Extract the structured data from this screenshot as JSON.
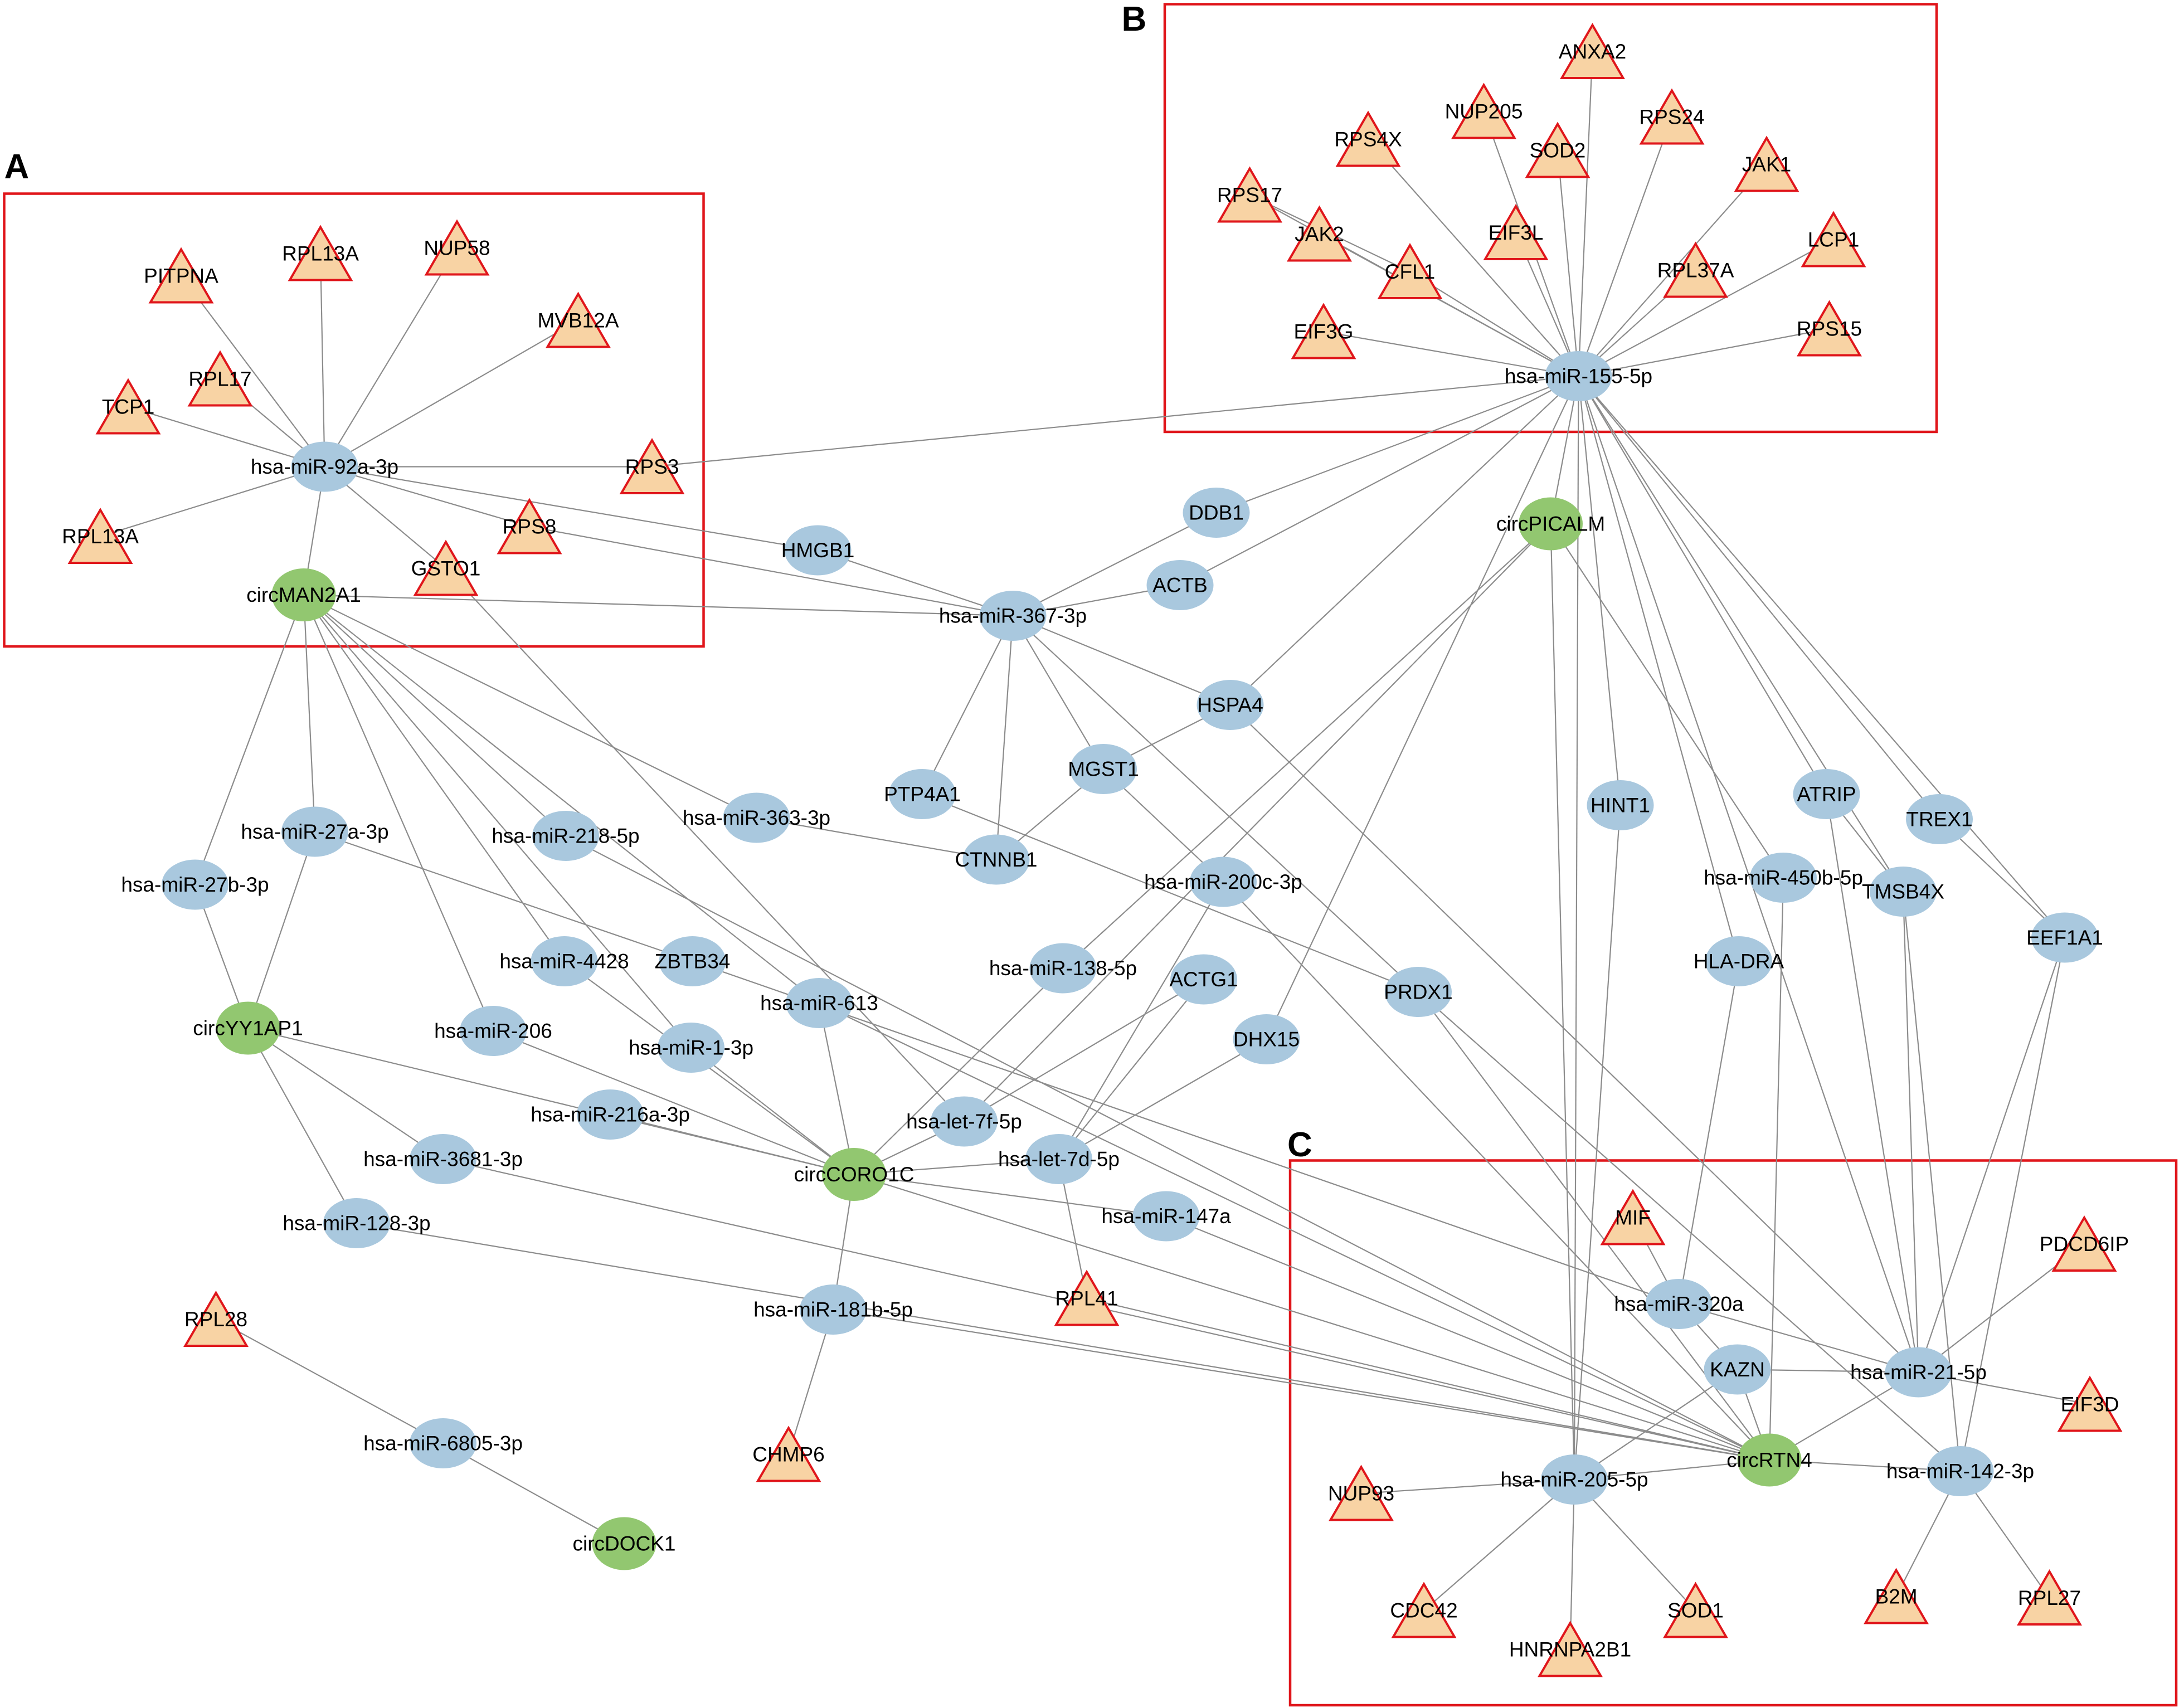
{
  "colors": {
    "edge": "#8c8c8c",
    "mirna_fill": "#a9c8de",
    "circrna_fill": "#92c770",
    "gene_fill": "#f8d3a4",
    "gene_stroke": "#e0161b",
    "panel_stroke": "#e0161b"
  },
  "node_shapes": {
    "mirna": "ellipse",
    "circrna": "ellipse",
    "gene": "triangle"
  },
  "panels": [
    {
      "id": "A",
      "label": "A"
    },
    {
      "id": "B",
      "label": "B"
    },
    {
      "id": "C",
      "label": "C"
    }
  ],
  "nodes": [
    {
      "id": "m92a",
      "type": "mirna",
      "label": "hsa-miR-92a-3p"
    },
    {
      "id": "PITPNA",
      "type": "gene",
      "label": "PITPNA"
    },
    {
      "id": "RPL13A_top",
      "type": "gene",
      "label": "RPL13A"
    },
    {
      "id": "NUP58",
      "type": "gene",
      "label": "NUP58"
    },
    {
      "id": "MVB12A",
      "type": "gene",
      "label": "MVB12A"
    },
    {
      "id": "RPL17",
      "type": "gene",
      "label": "RPL17"
    },
    {
      "id": "TCP1",
      "type": "gene",
      "label": "TCP1"
    },
    {
      "id": "RPS3",
      "type": "gene",
      "label": "RPS3"
    },
    {
      "id": "RPL13A_low",
      "type": "gene",
      "label": "RPL13A"
    },
    {
      "id": "RPS8",
      "type": "gene",
      "label": "RPS8"
    },
    {
      "id": "GSTO1",
      "type": "gene",
      "label": "GSTO1"
    },
    {
      "id": "circMAN2A1",
      "type": "circrna",
      "label": "circMAN2A1"
    },
    {
      "id": "m155",
      "type": "mirna",
      "label": "hsa-miR-155-5p"
    },
    {
      "id": "ANXA2",
      "type": "gene",
      "label": "ANXA2"
    },
    {
      "id": "NUP205",
      "type": "gene",
      "label": "NUP205"
    },
    {
      "id": "RPS24",
      "type": "gene",
      "label": "RPS24"
    },
    {
      "id": "RPS4X",
      "type": "gene",
      "label": "RPS4X"
    },
    {
      "id": "SOD2",
      "type": "gene",
      "label": "SOD2"
    },
    {
      "id": "JAK1",
      "type": "gene",
      "label": "JAK1"
    },
    {
      "id": "RPS17",
      "type": "gene",
      "label": "RPS17"
    },
    {
      "id": "JAK2",
      "type": "gene",
      "label": "JAK2"
    },
    {
      "id": "EIF3L",
      "type": "gene",
      "label": "EIF3L"
    },
    {
      "id": "CFL1",
      "type": "gene",
      "label": "CFL1"
    },
    {
      "id": "RPL37A",
      "type": "gene",
      "label": "RPL37A"
    },
    {
      "id": "LCP1",
      "type": "gene",
      "label": "LCP1"
    },
    {
      "id": "EIF3G",
      "type": "gene",
      "label": "EIF3G"
    },
    {
      "id": "RPS15",
      "type": "gene",
      "label": "RPS15"
    },
    {
      "id": "HMGB1",
      "type": "mirna",
      "label": "HMGB1"
    },
    {
      "id": "DDB1",
      "type": "mirna",
      "label": "DDB1"
    },
    {
      "id": "ACTB",
      "type": "mirna",
      "label": "ACTB"
    },
    {
      "id": "m367",
      "type": "mirna",
      "label": "hsa-miR-367-3p"
    },
    {
      "id": "circPICALM",
      "type": "circrna",
      "label": "circPICALM"
    },
    {
      "id": "HSPA4",
      "type": "mirna",
      "label": "HSPA4"
    },
    {
      "id": "PTP4A1",
      "type": "mirna",
      "label": "PTP4A1"
    },
    {
      "id": "MGST1",
      "type": "mirna",
      "label": "MGST1"
    },
    {
      "id": "CTNNB1",
      "type": "mirna",
      "label": "CTNNB1"
    },
    {
      "id": "m363",
      "type": "mirna",
      "label": "hsa-miR-363-3p"
    },
    {
      "id": "m200c",
      "type": "mirna",
      "label": "hsa-miR-200c-3p"
    },
    {
      "id": "HINT1",
      "type": "mirna",
      "label": "HINT1"
    },
    {
      "id": "ATRIP",
      "type": "mirna",
      "label": "ATRIP"
    },
    {
      "id": "TREX1",
      "type": "mirna",
      "label": "TREX1"
    },
    {
      "id": "m450b",
      "type": "mirna",
      "label": "hsa-miR-450b-5p"
    },
    {
      "id": "TMSB4X",
      "type": "mirna",
      "label": "TMSB4X"
    },
    {
      "id": "EEF1A1",
      "type": "mirna",
      "label": "EEF1A1"
    },
    {
      "id": "HLADRA",
      "type": "mirna",
      "label": "HLA-DRA"
    },
    {
      "id": "m27a",
      "type": "mirna",
      "label": "hsa-miR-27a-3p"
    },
    {
      "id": "m218",
      "type": "mirna",
      "label": "hsa-miR-218-5p"
    },
    {
      "id": "m27b",
      "type": "mirna",
      "label": "hsa-miR-27b-3p"
    },
    {
      "id": "circYY1AP1",
      "type": "circrna",
      "label": "circYY1AP1"
    },
    {
      "id": "m4428",
      "type": "mirna",
      "label": "hsa-miR-4428"
    },
    {
      "id": "ZBTB34",
      "type": "mirna",
      "label": "ZBTB34"
    },
    {
      "id": "m613",
      "type": "mirna",
      "label": "hsa-miR-613"
    },
    {
      "id": "m206",
      "type": "mirna",
      "label": "hsa-miR-206"
    },
    {
      "id": "m1",
      "type": "mirna",
      "label": "hsa-miR-1-3p"
    },
    {
      "id": "m138",
      "type": "mirna",
      "label": "hsa-miR-138-5p"
    },
    {
      "id": "ACTG1",
      "type": "mirna",
      "label": "ACTG1"
    },
    {
      "id": "PRDX1",
      "type": "mirna",
      "label": "PRDX1"
    },
    {
      "id": "DHX15",
      "type": "mirna",
      "label": "DHX15"
    },
    {
      "id": "m216a",
      "type": "mirna",
      "label": "hsa-miR-216a-3p"
    },
    {
      "id": "let7f",
      "type": "mirna",
      "label": "hsa-let-7f-5p"
    },
    {
      "id": "let7d",
      "type": "mirna",
      "label": "hsa-let-7d-5p"
    },
    {
      "id": "m3681",
      "type": "mirna",
      "label": "hsa-miR-3681-3p"
    },
    {
      "id": "circCORO1C",
      "type": "circrna",
      "label": "circCORO1C"
    },
    {
      "id": "m128",
      "type": "mirna",
      "label": "hsa-miR-128-3p"
    },
    {
      "id": "m147a",
      "type": "mirna",
      "label": "hsa-miR-147a"
    },
    {
      "id": "m181b",
      "type": "mirna",
      "label": "hsa-miR-181b-5p"
    },
    {
      "id": "RPL41",
      "type": "gene",
      "label": "RPL41"
    },
    {
      "id": "RPL28",
      "type": "gene",
      "label": "RPL28"
    },
    {
      "id": "CHMP6",
      "type": "gene",
      "label": "CHMP6"
    },
    {
      "id": "m6805",
      "type": "mirna",
      "label": "hsa-miR-6805-3p"
    },
    {
      "id": "circDOCK1",
      "type": "circrna",
      "label": "circDOCK1"
    },
    {
      "id": "MIF",
      "type": "gene",
      "label": "MIF"
    },
    {
      "id": "PDCD6IP",
      "type": "gene",
      "label": "PDCD6IP"
    },
    {
      "id": "m320a",
      "type": "mirna",
      "label": "hsa-miR-320a"
    },
    {
      "id": "KAZN",
      "type": "mirna",
      "label": "KAZN"
    },
    {
      "id": "m21",
      "type": "mirna",
      "label": "hsa-miR-21-5p"
    },
    {
      "id": "EIF3D",
      "type": "gene",
      "label": "EIF3D"
    },
    {
      "id": "circRTN4",
      "type": "circrna",
      "label": "circRTN4"
    },
    {
      "id": "m142",
      "type": "mirna",
      "label": "hsa-miR-142-3p"
    },
    {
      "id": "m205",
      "type": "mirna",
      "label": "hsa-miR-205-5p"
    },
    {
      "id": "NUP93",
      "type": "gene",
      "label": "NUP93"
    },
    {
      "id": "CDC42",
      "type": "gene",
      "label": "CDC42"
    },
    {
      "id": "HNRNPA2B1",
      "type": "gene",
      "label": "HNRNPA2B1"
    },
    {
      "id": "SOD1",
      "type": "gene",
      "label": "SOD1"
    },
    {
      "id": "B2M",
      "type": "gene",
      "label": "B2M"
    },
    {
      "id": "RPL27",
      "type": "gene",
      "label": "RPL27"
    }
  ],
  "edges": [
    [
      "m92a",
      "PITPNA"
    ],
    [
      "m92a",
      "RPL13A_top"
    ],
    [
      "m92a",
      "NUP58"
    ],
    [
      "m92a",
      "MVB12A"
    ],
    [
      "m92a",
      "RPL17"
    ],
    [
      "m92a",
      "TCP1"
    ],
    [
      "m92a",
      "RPS3"
    ],
    [
      "m92a",
      "RPL13A_low"
    ],
    [
      "m92a",
      "RPS8"
    ],
    [
      "m92a",
      "GSTO1"
    ],
    [
      "m92a",
      "circMAN2A1"
    ],
    [
      "m92a",
      "HMGB1"
    ],
    [
      "m155",
      "ANXA2"
    ],
    [
      "m155",
      "NUP205"
    ],
    [
      "m155",
      "RPS24"
    ],
    [
      "m155",
      "RPS4X"
    ],
    [
      "m155",
      "SOD2"
    ],
    [
      "m155",
      "JAK1"
    ],
    [
      "m155",
      "RPS17"
    ],
    [
      "m155",
      "JAK2"
    ],
    [
      "m155",
      "EIF3L"
    ],
    [
      "m155",
      "CFL1"
    ],
    [
      "m155",
      "RPL37A"
    ],
    [
      "m155",
      "LCP1"
    ],
    [
      "m155",
      "EIF3G"
    ],
    [
      "m155",
      "RPS15"
    ],
    [
      "m155",
      "RPS3"
    ],
    [
      "m155",
      "DDB1"
    ],
    [
      "m155",
      "ACTB"
    ],
    [
      "m155",
      "HSPA4"
    ],
    [
      "m155",
      "circPICALM"
    ],
    [
      "m155",
      "HINT1"
    ],
    [
      "m155",
      "ATRIP"
    ],
    [
      "m155",
      "TREX1"
    ],
    [
      "m155",
      "TMSB4X"
    ],
    [
      "m155",
      "EEF1A1"
    ],
    [
      "m155",
      "HLADRA"
    ],
    [
      "m155",
      "m205"
    ],
    [
      "m155",
      "DHX15"
    ],
    [
      "m155",
      "m21"
    ],
    [
      "RPS17",
      "CFL1"
    ],
    [
      "m367",
      "HMGB1"
    ],
    [
      "m367",
      "RPS8"
    ],
    [
      "m367",
      "circMAN2A1"
    ],
    [
      "m367",
      "DDB1"
    ],
    [
      "m367",
      "ACTB"
    ],
    [
      "m367",
      "HSPA4"
    ],
    [
      "m367",
      "PTP4A1"
    ],
    [
      "m367",
      "MGST1"
    ],
    [
      "m367",
      "CTNNB1"
    ],
    [
      "m367",
      "PRDX1"
    ],
    [
      "circMAN2A1",
      "m27a"
    ],
    [
      "circMAN2A1",
      "m27b"
    ],
    [
      "circMAN2A1",
      "m218"
    ],
    [
      "circMAN2A1",
      "m363"
    ],
    [
      "circMAN2A1",
      "m4428"
    ],
    [
      "circMAN2A1",
      "m206"
    ],
    [
      "circMAN2A1",
      "m1"
    ],
    [
      "circMAN2A1",
      "m613"
    ],
    [
      "m363",
      "CTNNB1"
    ],
    [
      "GSTO1",
      "let7f"
    ],
    [
      "m27a",
      "circYY1AP1"
    ],
    [
      "m27b",
      "circYY1AP1"
    ],
    [
      "m27a",
      "ZBTB34"
    ],
    [
      "m218",
      "circRTN4"
    ],
    [
      "circYY1AP1",
      "m3681"
    ],
    [
      "circYY1AP1",
      "m128"
    ],
    [
      "circYY1AP1",
      "circCORO1C"
    ],
    [
      "m4428",
      "circCORO1C"
    ],
    [
      "m206",
      "circCORO1C"
    ],
    [
      "m1",
      "circCORO1C"
    ],
    [
      "m613",
      "circCORO1C"
    ],
    [
      "m216a",
      "circCORO1C"
    ],
    [
      "let7f",
      "circCORO1C"
    ],
    [
      "let7d",
      "circCORO1C"
    ],
    [
      "circCORO1C",
      "m147a"
    ],
    [
      "circCORO1C",
      "m181b"
    ],
    [
      "circCORO1C",
      "circRTN4"
    ],
    [
      "m138",
      "circCORO1C"
    ],
    [
      "ZBTB34",
      "m320a"
    ],
    [
      "m613",
      "circRTN4"
    ],
    [
      "MGST1",
      "m200c"
    ],
    [
      "MGST1",
      "CTNNB1"
    ],
    [
      "HSPA4",
      "MGST1"
    ],
    [
      "HSPA4",
      "m21"
    ],
    [
      "PTP4A1",
      "PRDX1"
    ],
    [
      "m138",
      "circPICALM"
    ],
    [
      "circPICALM",
      "let7f"
    ],
    [
      "circPICALM",
      "m205"
    ],
    [
      "circPICALM",
      "m450b"
    ],
    [
      "m200c",
      "circRTN4"
    ],
    [
      "m200c",
      "let7d"
    ],
    [
      "ACTG1",
      "let7f"
    ],
    [
      "ACTG1",
      "let7d"
    ],
    [
      "DHX15",
      "let7d"
    ],
    [
      "let7d",
      "RPL41"
    ],
    [
      "m3681",
      "circRTN4"
    ],
    [
      "m128",
      "circRTN4"
    ],
    [
      "m147a",
      "circRTN4"
    ],
    [
      "m181b",
      "CHMP6"
    ],
    [
      "m181b",
      "circRTN4"
    ],
    [
      "RPL41",
      "circRTN4"
    ],
    [
      "PRDX1",
      "circRTN4"
    ],
    [
      "PRDX1",
      "m142"
    ],
    [
      "HINT1",
      "m205"
    ],
    [
      "ATRIP",
      "TMSB4X"
    ],
    [
      "ATRIP",
      "m21"
    ],
    [
      "TREX1",
      "EEF1A1"
    ],
    [
      "TMSB4X",
      "m21"
    ],
    [
      "TMSB4X",
      "m142"
    ],
    [
      "EEF1A1",
      "m21"
    ],
    [
      "EEF1A1",
      "m142"
    ],
    [
      "HLADRA",
      "m320a"
    ],
    [
      "m450b",
      "circRTN4"
    ],
    [
      "RPL28",
      "m6805"
    ],
    [
      "m6805",
      "circDOCK1"
    ],
    [
      "MIF",
      "m320a"
    ],
    [
      "m320a",
      "KAZN"
    ],
    [
      "m320a",
      "m21"
    ],
    [
      "KAZN",
      "m21"
    ],
    [
      "KAZN",
      "circRTN4"
    ],
    [
      "KAZN",
      "m205"
    ],
    [
      "circRTN4",
      "m21"
    ],
    [
      "circRTN4",
      "m142"
    ],
    [
      "circRTN4",
      "m205"
    ],
    [
      "m21",
      "PDCD6IP"
    ],
    [
      "m21",
      "EIF3D"
    ],
    [
      "m205",
      "NUP93"
    ],
    [
      "m205",
      "CDC42"
    ],
    [
      "m205",
      "HNRNPA2B1"
    ],
    [
      "m205",
      "SOD1"
    ],
    [
      "m142",
      "B2M"
    ],
    [
      "m142",
      "RPL27"
    ]
  ]
}
